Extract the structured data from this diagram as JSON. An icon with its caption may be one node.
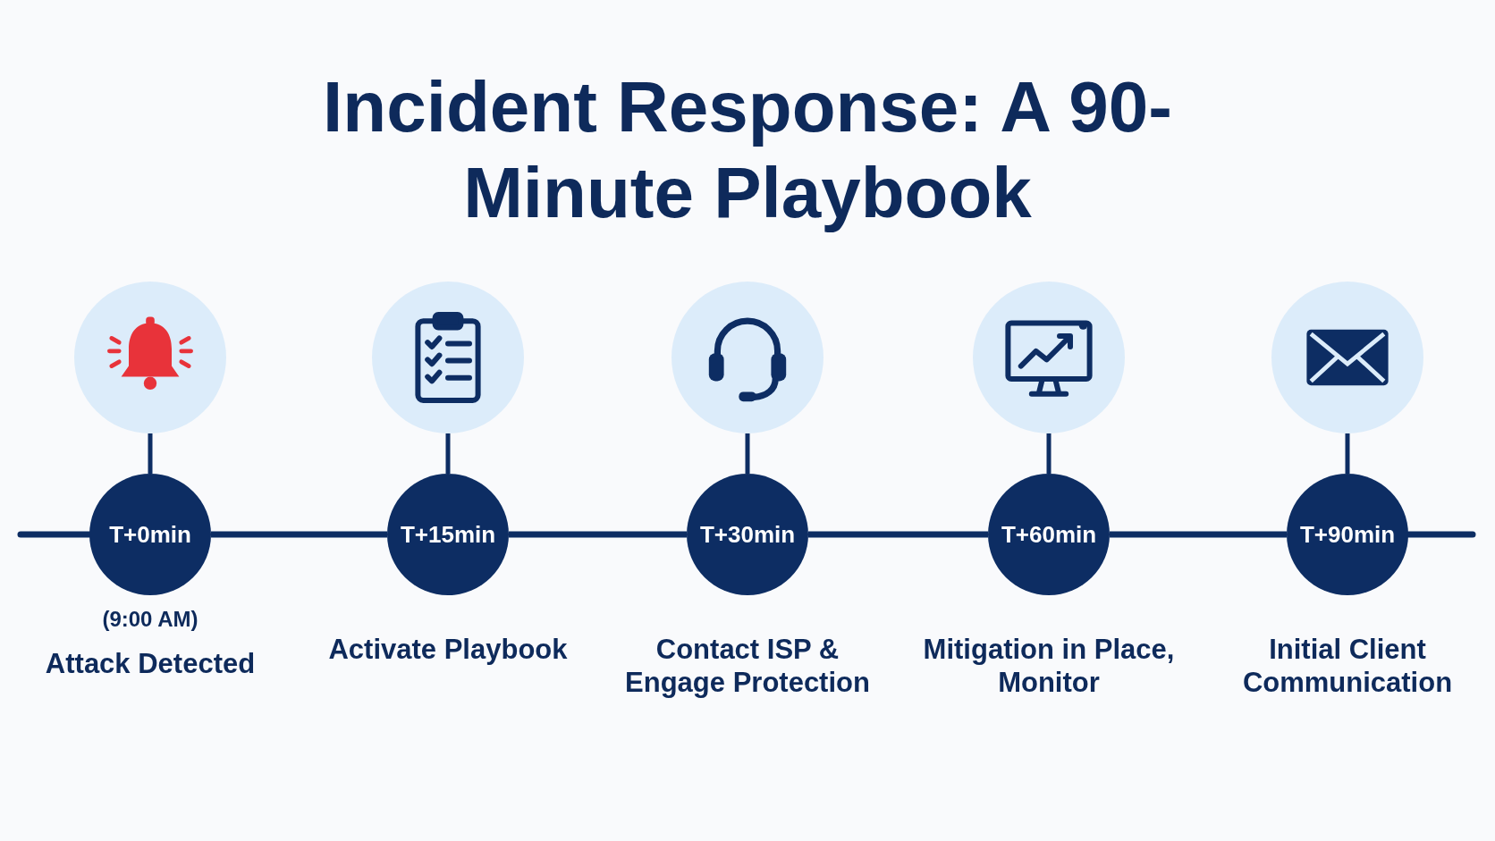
{
  "diagram": {
    "title": "Incident Response: A 90-Minute Playbook",
    "nodes": [
      {
        "text": [],
        "shape": "circle"
      },
      {
        "text": [
          "T+0min"
        ],
        "beside": [
          "(9:00 AM)",
          "Attack Detected"
        ]
      },
      {
        "text": [],
        "shape": "circle"
      },
      {
        "text": [
          "T+15min"
        ],
        "beside": [
          "Activate Playbook"
        ]
      },
      {
        "text": [],
        "shape": "circle"
      },
      {
        "text": [
          "T+30min"
        ],
        "beside": [
          "Contact ISP & Engage Protection"
        ]
      },
      {
        "text": [],
        "shape": "circle"
      },
      {
        "text": [
          "T+60min"
        ],
        "beside": [
          "Mitigation in Place, Monitor"
        ]
      },
      {
        "text": [],
        "shape": "circle"
      },
      {
        "text": [
          "T+90min"
        ],
        "beside": [
          "Initial Client Communication"
        ]
      }
    ],
    "edges": [
      {
        "from": 0,
        "to": 1,
        "arrow": "none"
      },
      {
        "from": 2,
        "to": 3,
        "arrow": "none"
      },
      {
        "from": 4,
        "to": 5,
        "arrow": "none"
      },
      {
        "from": 6,
        "to": 7,
        "arrow": "none"
      },
      {
        "from": 8,
        "to": 9,
        "arrow": "none"
      },
      {
        "from": 1,
        "to": 3,
        "arrow": "none"
      },
      {
        "from": 3,
        "to": 5,
        "arrow": "none"
      },
      {
        "from": 5,
        "to": 7,
        "arrow": "none"
      },
      {
        "from": 7,
        "to": 9,
        "arrow": "none"
      }
    ]
  }
}
